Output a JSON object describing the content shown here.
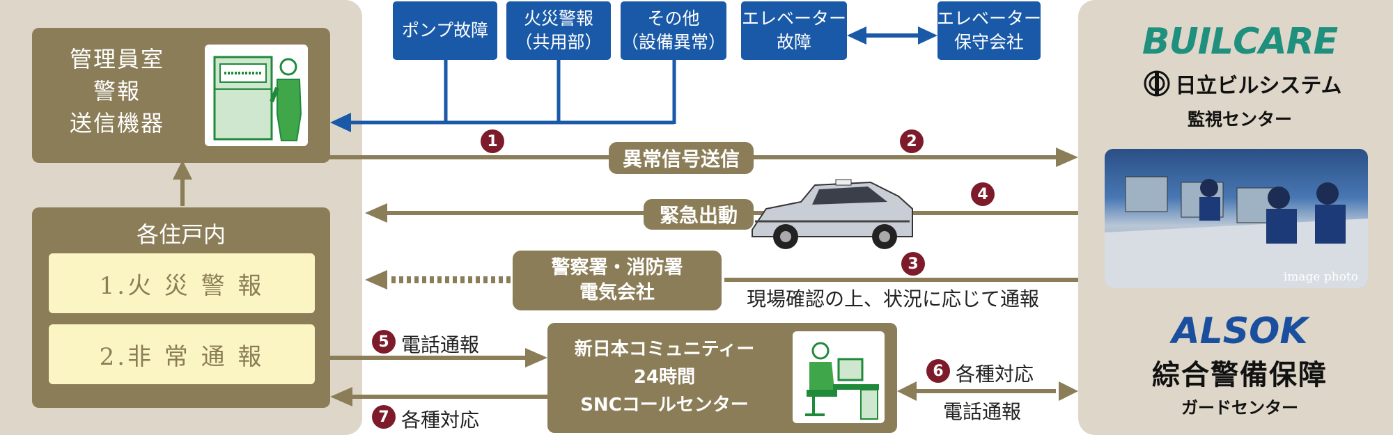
{
  "alarm_sources": [
    {
      "label": "ポンプ故障"
    },
    {
      "label": "火災警報\n（共用部）"
    },
    {
      "label": "その他\n（設備異常）"
    }
  ],
  "elevator": {
    "fault": "エレベーター\n故障",
    "company": "エレベーター\n保守会社"
  },
  "manager_room": {
    "title": "管理員室\n警報\n送信機器"
  },
  "units": {
    "title": "各住戸内",
    "items": [
      "1.火 災 警 報",
      "2.非 常 通 報"
    ]
  },
  "call_center": {
    "title": "新日本コミュニティー\n24時間\nSNCコールセンター"
  },
  "police": {
    "label": "警察署・消防署\n電気会社"
  },
  "flows": {
    "abnormal_signal": "異常信号送信",
    "emergency": "緊急出動",
    "report_note": "現場確認の上、状況に応じて通報",
    "phone_report": "電話通報",
    "various_response": "各種対応",
    "right_response": "各種対応",
    "right_phone": "電話通報"
  },
  "steps": [
    "1",
    "2",
    "3",
    "4",
    "5",
    "6",
    "7"
  ],
  "right_panel": {
    "builcare_logo": "BUILCARE",
    "hitachi_logo": "日立ビルシステム",
    "monitor_center": "監視センター",
    "photo_caption": "image photo",
    "alsok_logo": "ALSOK",
    "alsok_name": "綜合警備保障",
    "guard_center": "ガードセンター"
  },
  "colors": {
    "olive": "#8b7d57",
    "blue": "#1a59a7",
    "maroon": "#7e1b2b",
    "panel": "#ded7c9",
    "cream": "#fbf5c4",
    "builcare": "#1f8f7e",
    "alsok": "#1a4fa0"
  }
}
